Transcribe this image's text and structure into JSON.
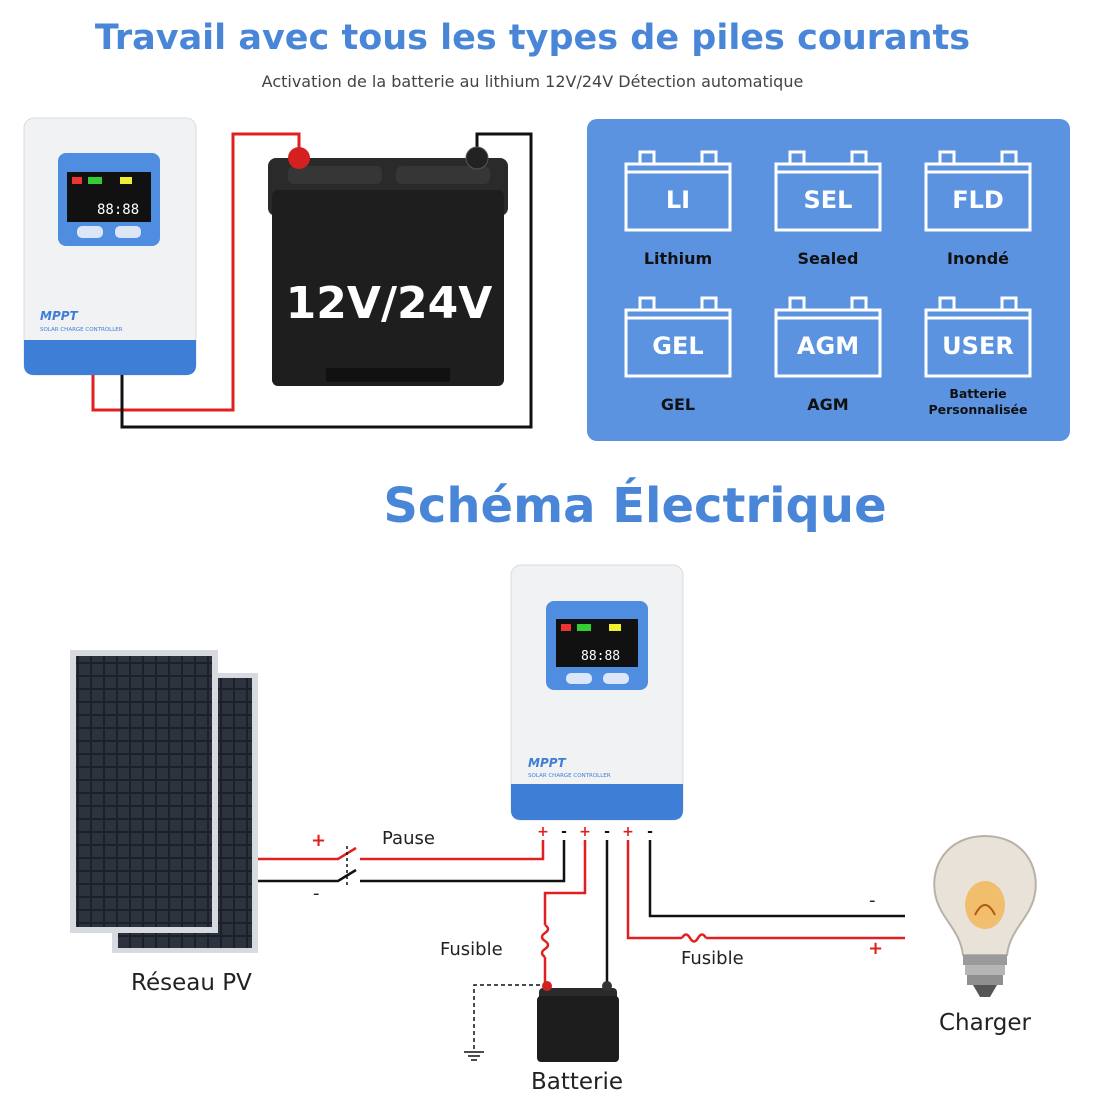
{
  "header": {
    "title": "Travail avec tous les types de piles courants",
    "subtitle": "Activation de la batterie au lithium 12V/24V Détection automatique"
  },
  "controller": {
    "brand": "MPPT",
    "subtitle": "SOLAR CHARGE CONTROLLER",
    "display": "88:88"
  },
  "battery_top": {
    "label": "12V/24V"
  },
  "battery_types": [
    {
      "code": "LI",
      "name": "Lithium"
    },
    {
      "code": "SEL",
      "name": "Sealed"
    },
    {
      "code": "FLD",
      "name": "Inondé"
    },
    {
      "code": "GEL",
      "name": "GEL"
    },
    {
      "code": "AGM",
      "name": "AGM"
    },
    {
      "code": "USER",
      "name": "Batterie Personnalisée"
    }
  ],
  "schema": {
    "title": "Schéma Électrique",
    "pv_label": "Réseau PV",
    "pause_label": "Pause",
    "fuse_label_left": "Fusible",
    "fuse_label_right": "Fusible",
    "battery_label": "Batterie",
    "load_label": "Charger",
    "plus": "+",
    "minus": "-"
  },
  "colors": {
    "accent": "#4a86d8",
    "panel": "#5b93e1",
    "wire_red": "#e02020",
    "wire_black": "#111111"
  }
}
